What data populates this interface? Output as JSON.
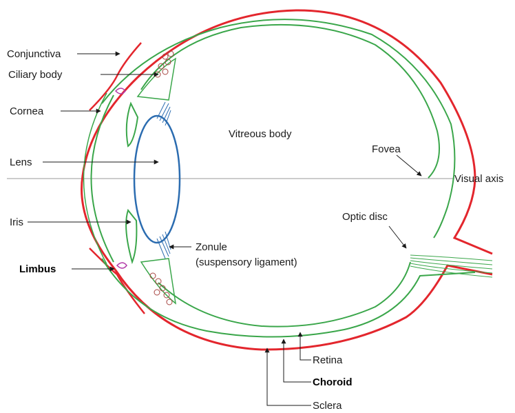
{
  "colors": {
    "sclera": "#e3262d",
    "green": "#3aa64a",
    "lens": "#2b6cb0",
    "leader": "#1a1a1a",
    "axis": "#9a9a9a",
    "cells": "#a5433f",
    "limbus_loop": "#b23aa8"
  },
  "labels": {
    "conjunctiva": "Conjunctiva",
    "ciliary_body": "Ciliary body",
    "cornea": "Cornea",
    "lens": "Lens",
    "iris": "Iris",
    "limbus": "Limbus",
    "vitreous_body": "Vitreous body",
    "zonule_line1": "Zonule",
    "zonule_line2": "(suspensory ligament)",
    "fovea": "Fovea",
    "visual_axis": "Visual axis",
    "optic_disc": "Optic disc",
    "retina": "Retina",
    "choroid": "Choroid",
    "sclera": "Sclera"
  }
}
